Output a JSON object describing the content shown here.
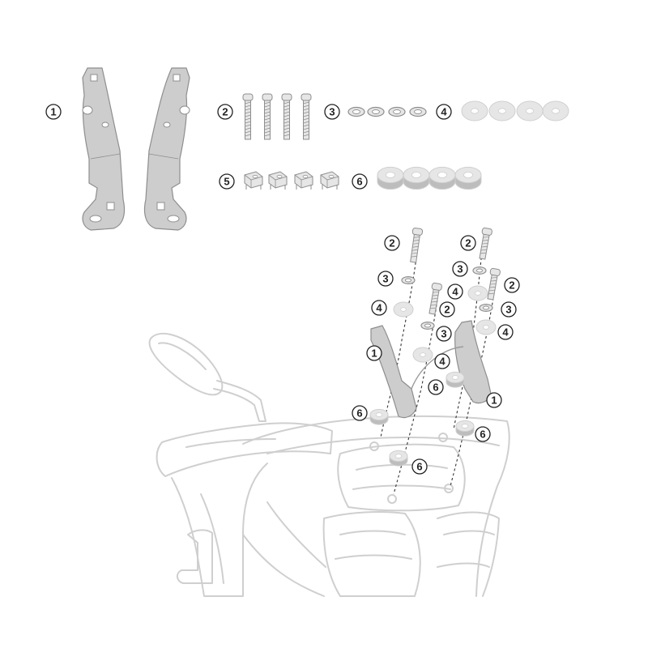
{
  "callouts": {
    "bracket": "1",
    "screw": "2",
    "lock_washer": "3",
    "flat_washer": "4",
    "cage_nut": "5",
    "spacer": "6"
  },
  "colors": {
    "part_fill": "#cdcdcd",
    "part_stroke": "#8e8e8e",
    "washer_fill": "#e6e6e6",
    "scooter_stroke": "#cfcfcf",
    "callout_stroke": "#222222",
    "dash_line": "#333333"
  }
}
